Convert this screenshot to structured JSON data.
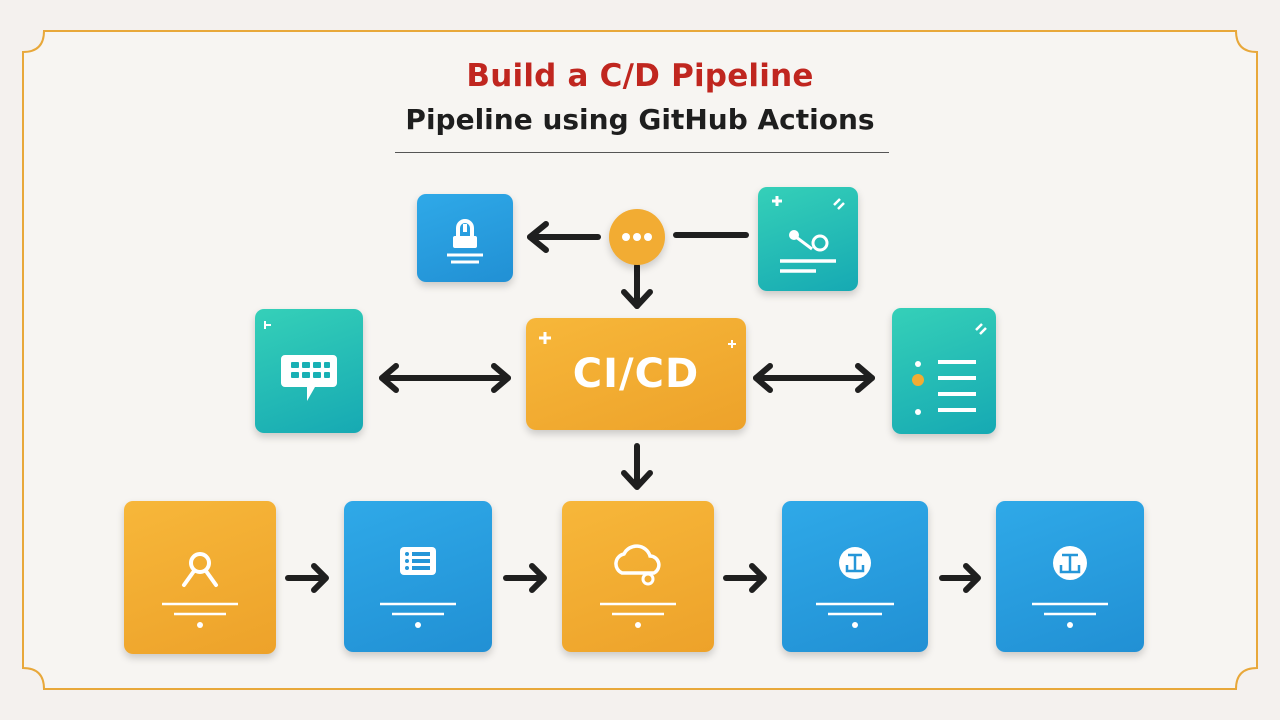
{
  "header": {
    "title": "Build a C/D Pipeline",
    "subtitle": "Pipeline using GitHub Actions"
  },
  "center_node": {
    "label": "CI/CD"
  },
  "colors": {
    "title": "#c0261f",
    "frame": "#e8a83a",
    "blue": "#2a9fe0",
    "teal": "#22bdb5",
    "orange": "#f2ac33",
    "arrow": "#1f1f1f"
  },
  "icons": {
    "top_left": "lock-icon",
    "trigger": "more-dots-icon",
    "top_right": "workflow-icon",
    "left": "chat-icon",
    "right": "checklist-icon",
    "stage1": "ribbon-icon",
    "stage2": "list-icon",
    "stage3": "cloud-icon",
    "stage4": "anchor-icon",
    "stage5": "anchor-icon"
  }
}
